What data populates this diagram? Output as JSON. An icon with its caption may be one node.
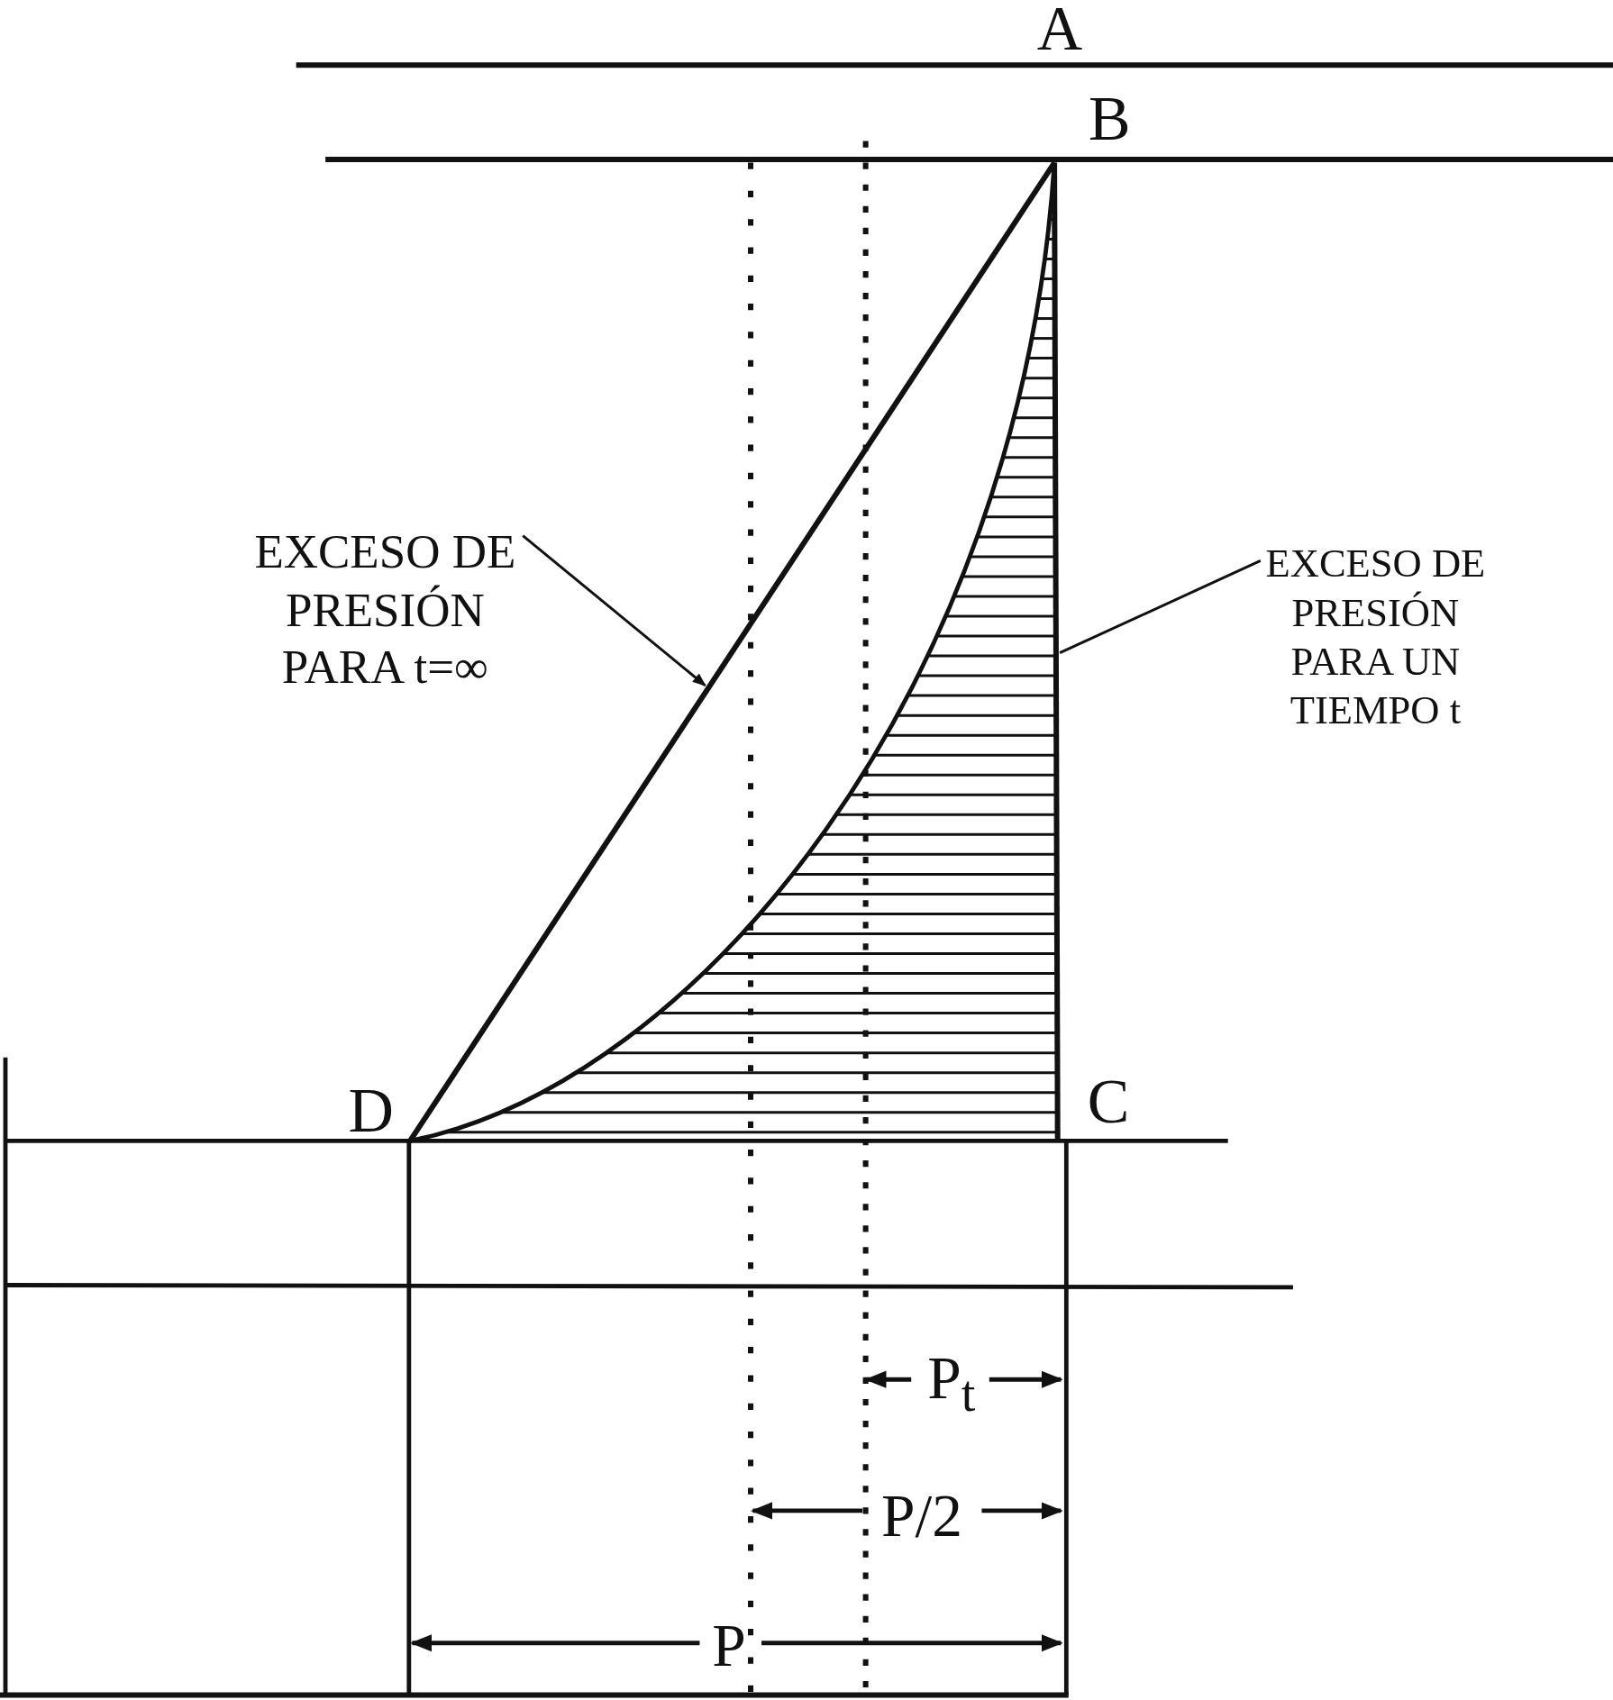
{
  "diagram": {
    "nodes": [
      {
        "text": [
          "EXCESO DE PRESIÓN PARA t=∞"
        ]
      },
      {
        "text": [],
        "shape": "line"
      },
      {
        "text": [
          "EXCESO DE PRESIÓN PARA UN TIEMPO t"
        ]
      },
      {
        "text": [],
        "shape": "line"
      }
    ],
    "edges": [
      {
        "from": 0,
        "to": 1,
        "arrow": "to"
      },
      {
        "from": 2,
        "to": 3,
        "arrow": "none"
      }
    ],
    "labels": [
      "A",
      "B",
      "D",
      "C",
      "P$_{t}$",
      "P/2",
      "P"
    ]
  }
}
